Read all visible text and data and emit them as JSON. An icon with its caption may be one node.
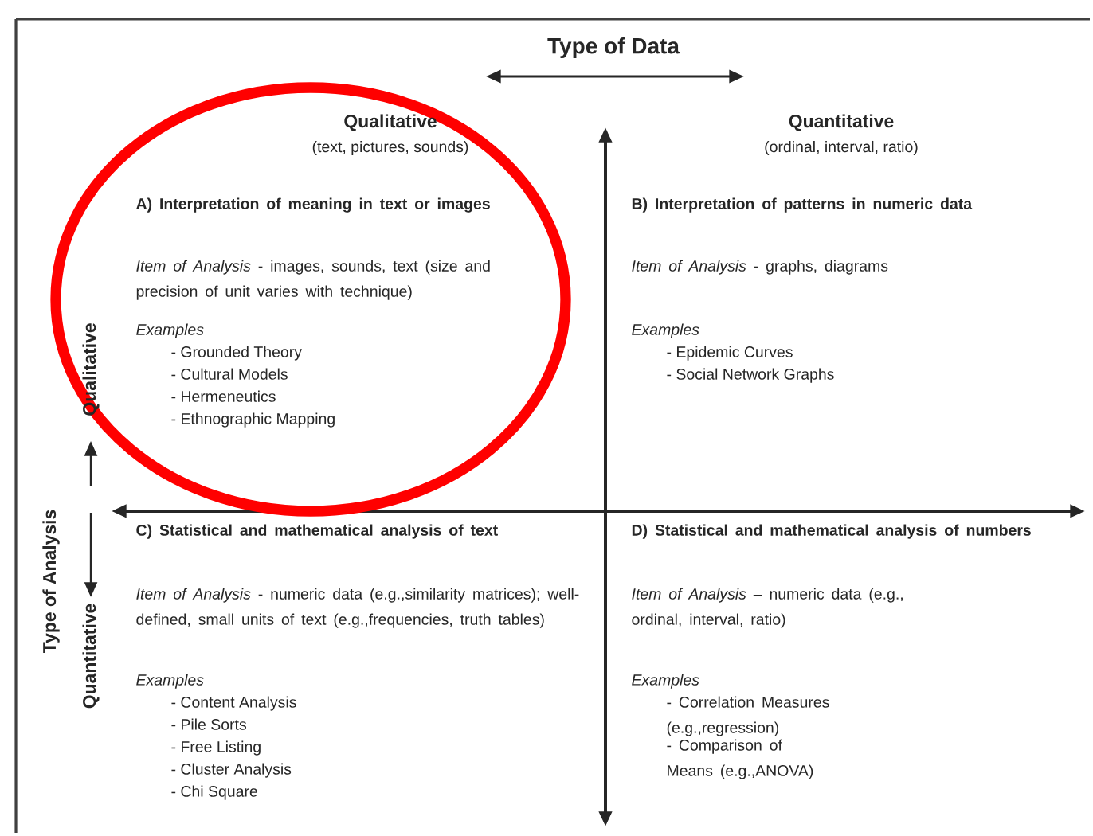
{
  "diagram": {
    "labels": [
      "Type of Data",
      "Qualitative",
      "(text, pictures, sounds)",
      "Quantitative",
      "(ordinal, interval, ratio)",
      "A) Interpretation of meaning in text or images",
      "*Item of Analysis* - images, sounds, text (size and precision of unit varies with technique)",
      "Examples",
      "- Grounded Theory",
      "- Cultural Models",
      "- Hermeneutics",
      "- Ethnographic Mapping",
      "B) Interpretation of patterns in numeric data",
      "*Item of Analysis* - graphs, diagrams",
      "Examples",
      "- Epidemic Curves",
      "- Social Network Graphs",
      "Type of Analysis",
      "Qualitative",
      "Quantitative",
      "C) Statistical and mathematical analysis of text",
      "*Item of Analysis* - numeric data (e.g.,similarity matrices); well-defined, small units of text (e.g.,frequencies, truth tables)",
      "Examples",
      "- Content Analysis",
      "- Pile Sorts",
      "- Free Listing",
      "- Cluster Analysis",
      "- Chi Square",
      "D) Statistical and mathematical analysis of numbers",
      "*Item of Analysis* – numeric data (e.g., ordinal, interval, ratio)",
      "Examples",
      "- Correlation Measures (e.g.,regression)",
      "- Comparison of Means (e.g.,ANOVA)"
    ]
  }
}
